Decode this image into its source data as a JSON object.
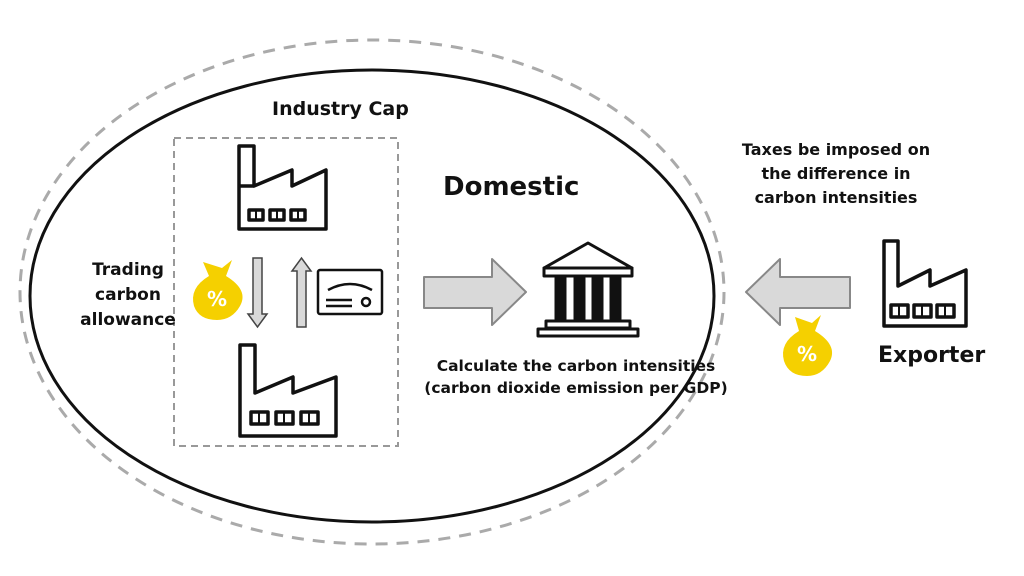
{
  "labels": {
    "industry_cap": "Industry Cap",
    "domestic": "Domestic",
    "trading_line1": "Trading",
    "trading_line2": "carbon",
    "trading_line3": "allowance",
    "calc_line1": "Calculate the carbon intensities",
    "calc_line2": "(carbon dioxide emission per GDP)",
    "taxes_line1": "Taxes be imposed on",
    "taxes_line2": "the difference in",
    "taxes_line3": "carbon intensities",
    "exporter": "Exporter"
  },
  "icons": {
    "money_bag_symbol": "%",
    "money_bag_color": "#f5d000",
    "arrow_fill": "#d9d9d9",
    "dashed_line_color": "#aaaaaa"
  }
}
